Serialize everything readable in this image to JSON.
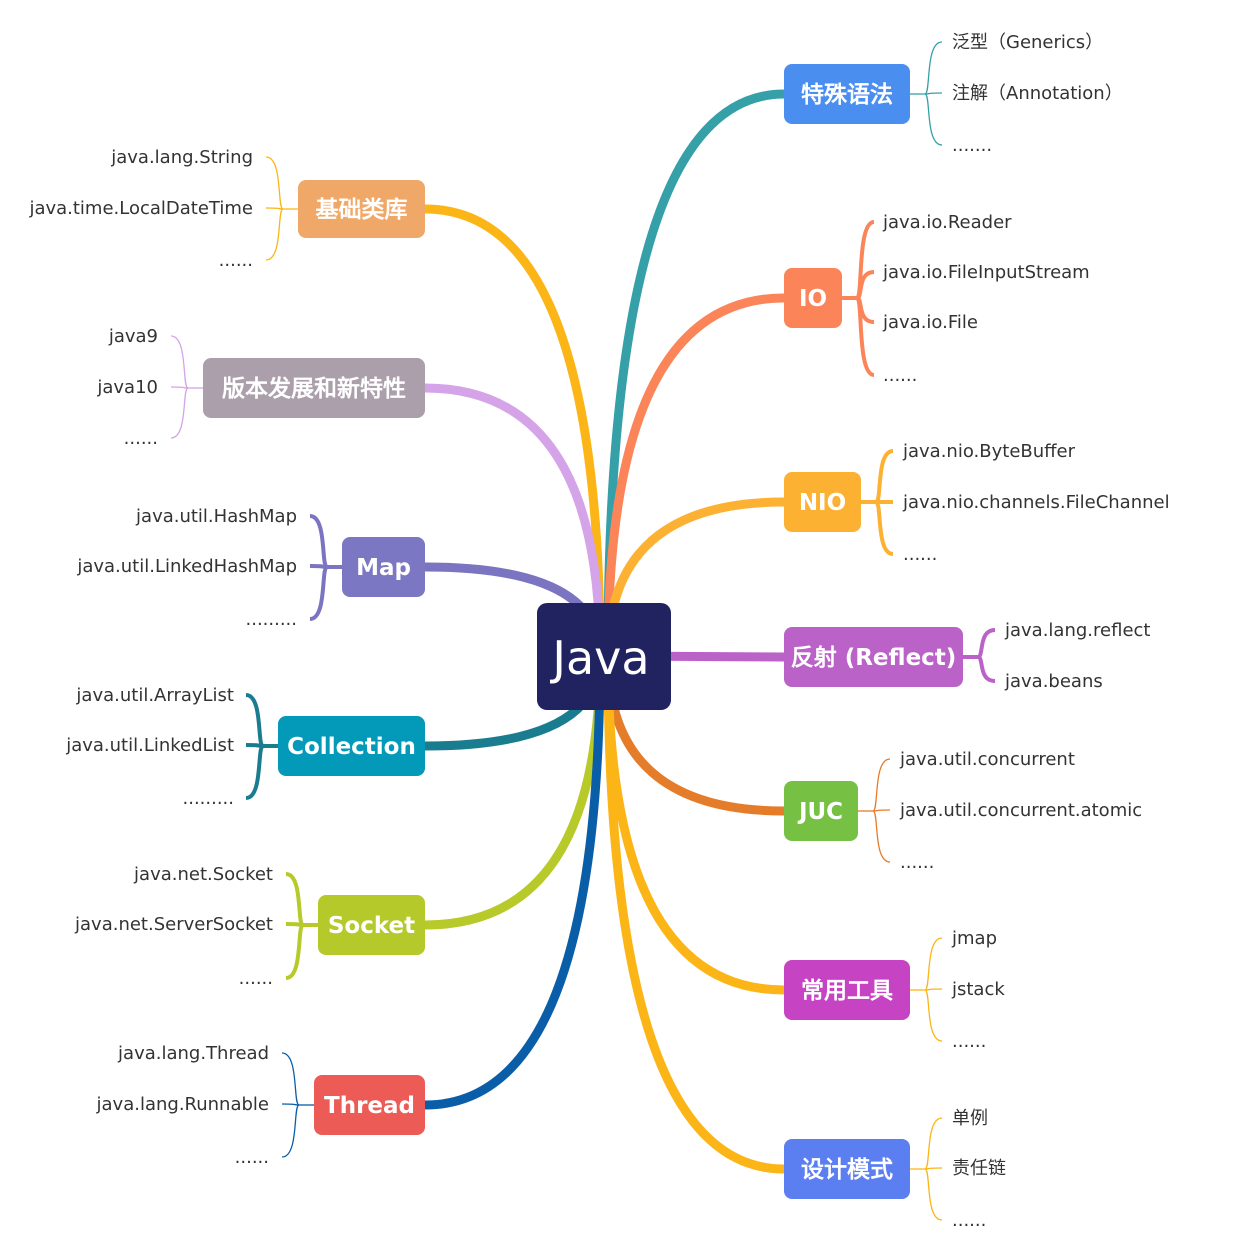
{
  "root": {
    "label": "Java",
    "color": "#20235f"
  },
  "left_branches": [
    {
      "label": "基础类库",
      "color": "#f0a868",
      "line_color": "#fbb516",
      "children": [
        "java.lang.String",
        "java.time.LocalDateTime",
        "......"
      ]
    },
    {
      "label": "版本发展和新特性",
      "color": "#ab9fac",
      "line_color": "#d4a3e8",
      "children": [
        "java9",
        "java10",
        "......"
      ]
    },
    {
      "label": "Map",
      "color": "#7b77c2",
      "line_color": "#7b74c0",
      "children": [
        "java.util.HashMap",
        "java.util.LinkedHashMap",
        "........."
      ]
    },
    {
      "label": "Collection",
      "color": "#0399b8",
      "line_color": "#1a7d8f",
      "children": [
        "java.util.ArrayList",
        "java.util.LinkedList",
        "........."
      ]
    },
    {
      "label": "Socket",
      "color": "#b5c92a",
      "line_color": "#b8c92a",
      "children": [
        "java.net.Socket",
        "java.net.ServerSocket",
        "......"
      ]
    },
    {
      "label": "Thread",
      "color": "#ec5b56",
      "line_color": "#0a5ea8",
      "children": [
        "java.lang.Thread",
        "java.lang.Runnable",
        "......"
      ]
    }
  ],
  "right_branches": [
    {
      "label": "特殊语法",
      "color": "#4a8ff0",
      "line_color": "#36a0a8",
      "children": [
        "泛型（Generics）",
        "注解（Annotation）",
        "......."
      ]
    },
    {
      "label": "IO",
      "color": "#fb8459",
      "line_color": "#fb8459",
      "children": [
        "java.io.Reader",
        "java.io.FileInputStream",
        "java.io.File",
        "......"
      ]
    },
    {
      "label": "NIO",
      "color": "#fdb133",
      "line_color": "#fdb133",
      "children": [
        "java.nio.ByteBuffer",
        "java.nio.channels.FileChannel",
        "......"
      ]
    },
    {
      "label": "反射 (Reflect)",
      "color": "#bb62c9",
      "line_color": "#bb62c9",
      "children": [
        "java.lang.reflect",
        "java.beans"
      ]
    },
    {
      "label": "JUC",
      "color": "#76c043",
      "line_color": "#e57c2a",
      "children": [
        "java.util.concurrent",
        "java.util.concurrent.atomic",
        "......"
      ]
    },
    {
      "label": "常用工具",
      "color": "#c644c4",
      "line_color": "#fbb516",
      "children": [
        "jmap",
        "jstack",
        "......"
      ]
    },
    {
      "label": "设计模式",
      "color": "#5b7ff0",
      "line_color": "#fbb516",
      "children": [
        "单例",
        "责任链",
        "......"
      ]
    }
  ]
}
